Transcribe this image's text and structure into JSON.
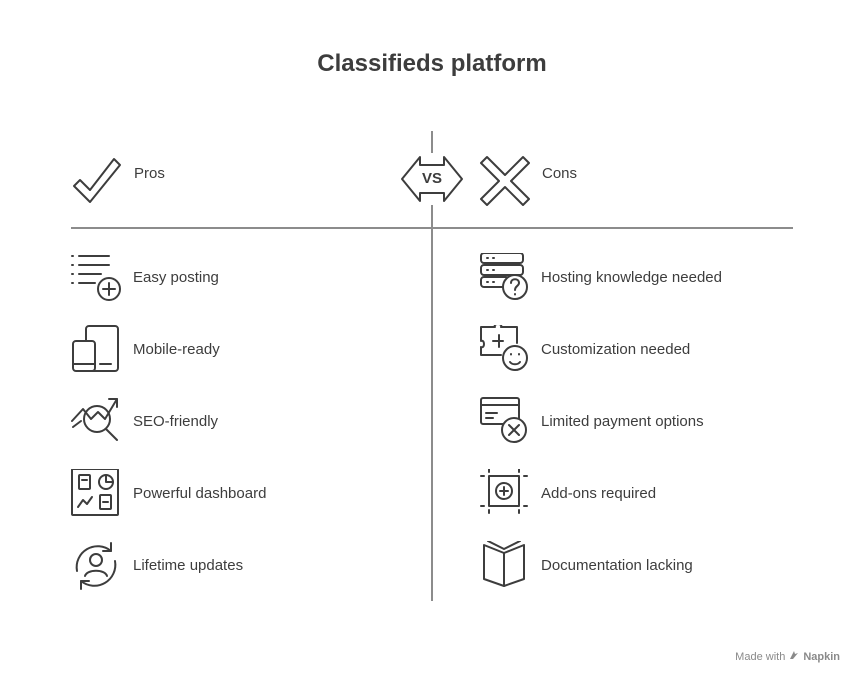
{
  "title": "Classifieds platform",
  "vs_label": "VS",
  "pros": {
    "header": "Pros",
    "items": [
      {
        "label": "Easy posting",
        "icon": "list-add-icon"
      },
      {
        "label": "Mobile-ready",
        "icon": "devices-icon"
      },
      {
        "label": "SEO-friendly",
        "icon": "trend-search-icon"
      },
      {
        "label": "Powerful dashboard",
        "icon": "dashboard-icon"
      },
      {
        "label": "Lifetime updates",
        "icon": "user-refresh-icon"
      }
    ]
  },
  "cons": {
    "header": "Cons",
    "items": [
      {
        "label": "Hosting knowledge needed",
        "icon": "server-question-icon"
      },
      {
        "label": "Customization needed",
        "icon": "puzzle-face-icon"
      },
      {
        "label": "Limited payment options",
        "icon": "card-cancel-icon"
      },
      {
        "label": "Add-ons required",
        "icon": "add-frame-icon"
      },
      {
        "label": "Documentation lacking",
        "icon": "open-book-icon"
      }
    ]
  },
  "footer": {
    "made_with": "Made with",
    "brand": "Napkin"
  }
}
